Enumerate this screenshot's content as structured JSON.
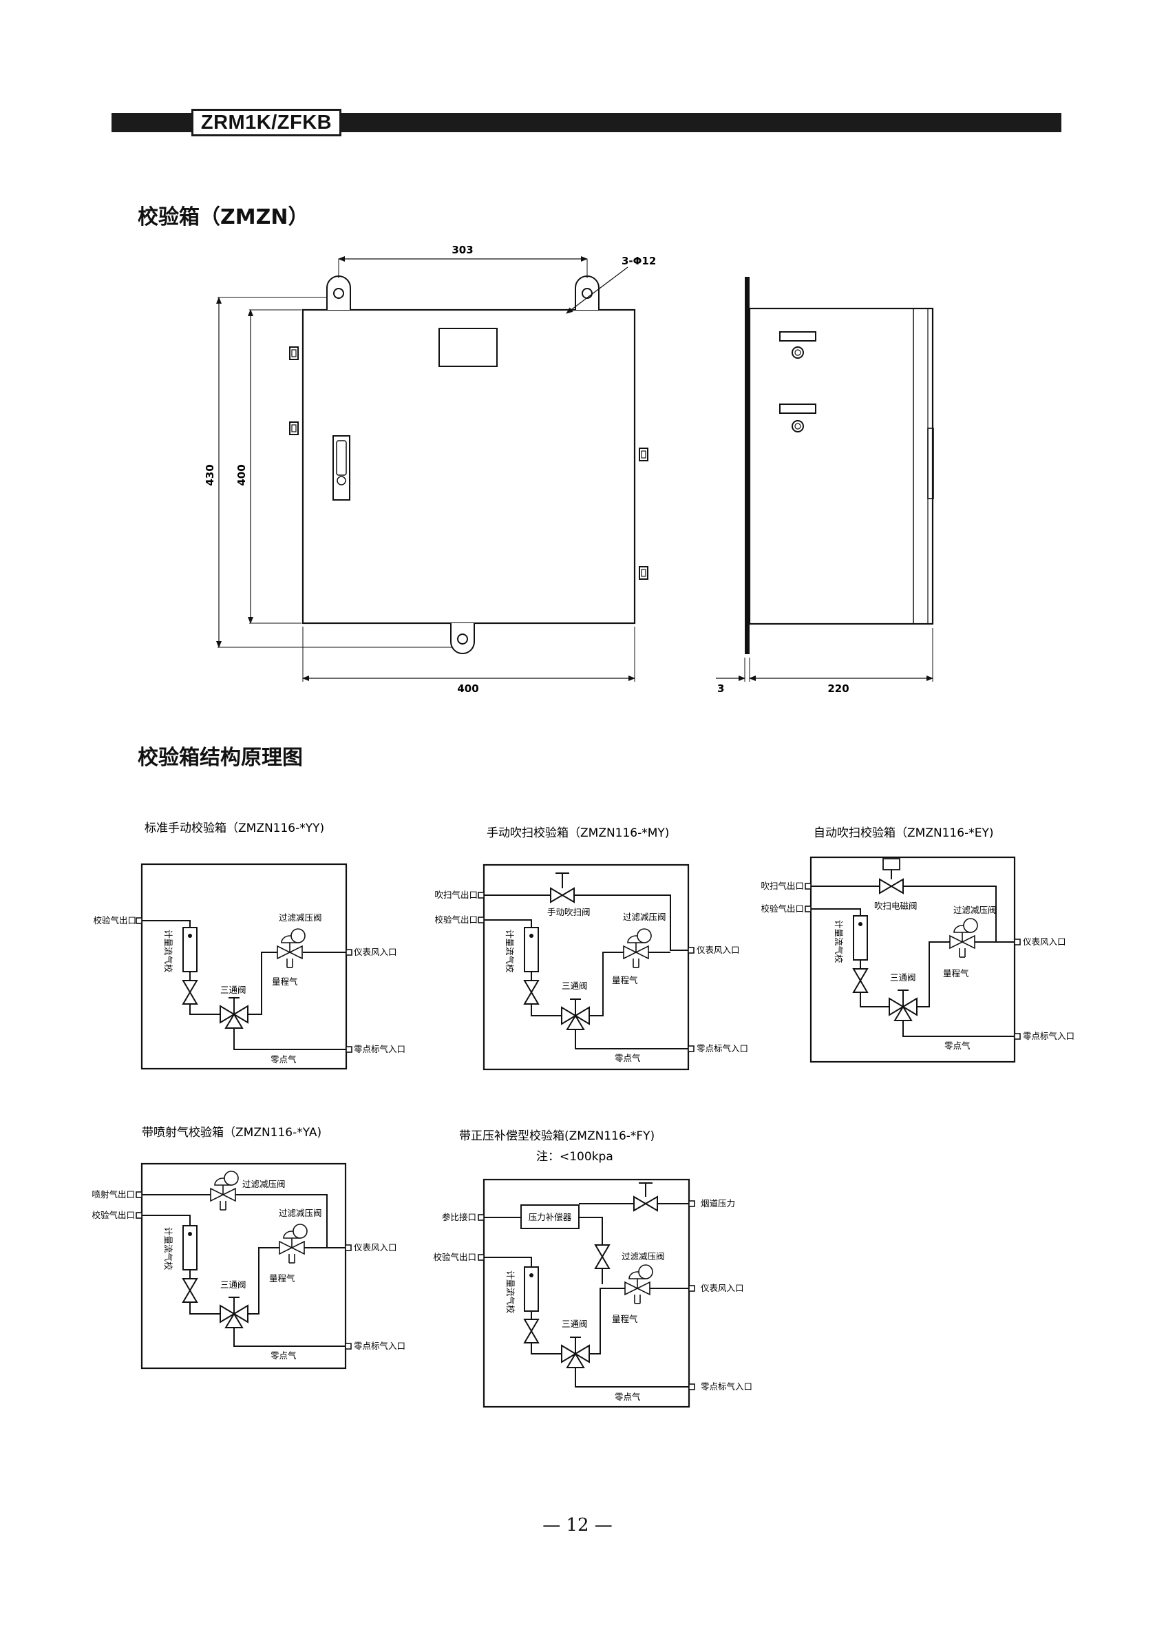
{
  "header": {
    "model": "ZRM1K/ZFKB"
  },
  "section1": {
    "title": "校验箱（ZMZN）"
  },
  "section2": {
    "title": "校验箱结构原理图"
  },
  "dimensions": {
    "top_span": "303",
    "holes": "3-Φ12",
    "outer_height": "430",
    "inner_height": "400",
    "bottom_width": "400",
    "side_gap": "3",
    "side_depth": "220"
  },
  "diagrams": {
    "d1": {
      "title": "标准手动校验箱（ZMZN116-*YY)",
      "flowmeter": "计量流气校",
      "three_way": "三通阀",
      "filter": "过滤减压阀",
      "range_gas": "量程气",
      "zero_gas": "零点气",
      "outlet": "校验气出口",
      "air_inlet": "仪表风入口",
      "zero_inlet": "零点标气入口"
    },
    "d2": {
      "title": "手动吹扫校验箱（ZMZN116-*MY)",
      "purge_valve": "手动吹扫阀",
      "purge_out": "吹扫气出口",
      "outlet": "校验气出口",
      "flowmeter": "计量流气校",
      "three_way": "三通阀",
      "filter": "过滤减压阀",
      "range_gas": "量程气",
      "zero_gas": "零点气",
      "air_inlet": "仪表风入口",
      "zero_inlet": "零点标气入口"
    },
    "d3": {
      "title": "自动吹扫校验箱（ZMZN116-*EY)",
      "solenoid": "吹扫电磁阀",
      "purge_out": "吹扫气出口",
      "outlet": "校验气出口",
      "flowmeter": "计量流气校",
      "three_way": "三通阀",
      "filter": "过滤减压阀",
      "range_gas": "量程气",
      "zero_gas": "零点气",
      "air_inlet": "仪表风入口",
      "zero_inlet": "零点标气入口"
    },
    "d4": {
      "title": "带喷射气校验箱（ZMZN116-*YA)",
      "jet_out": "喷射气出口",
      "outlet": "校验气出口",
      "filter_top": "过滤减压阀",
      "filter": "过滤减压阀",
      "flowmeter": "计量流气校",
      "three_way": "三通阀",
      "range_gas": "量程气",
      "zero_gas": "零点气",
      "air_inlet": "仪表风入口",
      "zero_inlet": "零点标气入口"
    },
    "d5": {
      "title": "带正压补偿型校验箱(ZMZN116-*FY)",
      "note": "注：<100kpa",
      "compensator": "压力补偿器",
      "ref_port": "参比接口",
      "flue_pressure": "烟道压力",
      "outlet": "校验气出口",
      "filter": "过滤减压阀",
      "flowmeter": "计量流气校",
      "three_way": "三通阀",
      "range_gas": "量程气",
      "zero_gas": "零点气",
      "air_inlet": "仪表风入口",
      "zero_inlet": "零点标气入口"
    }
  },
  "footer": {
    "page_number": "— 12 —"
  }
}
